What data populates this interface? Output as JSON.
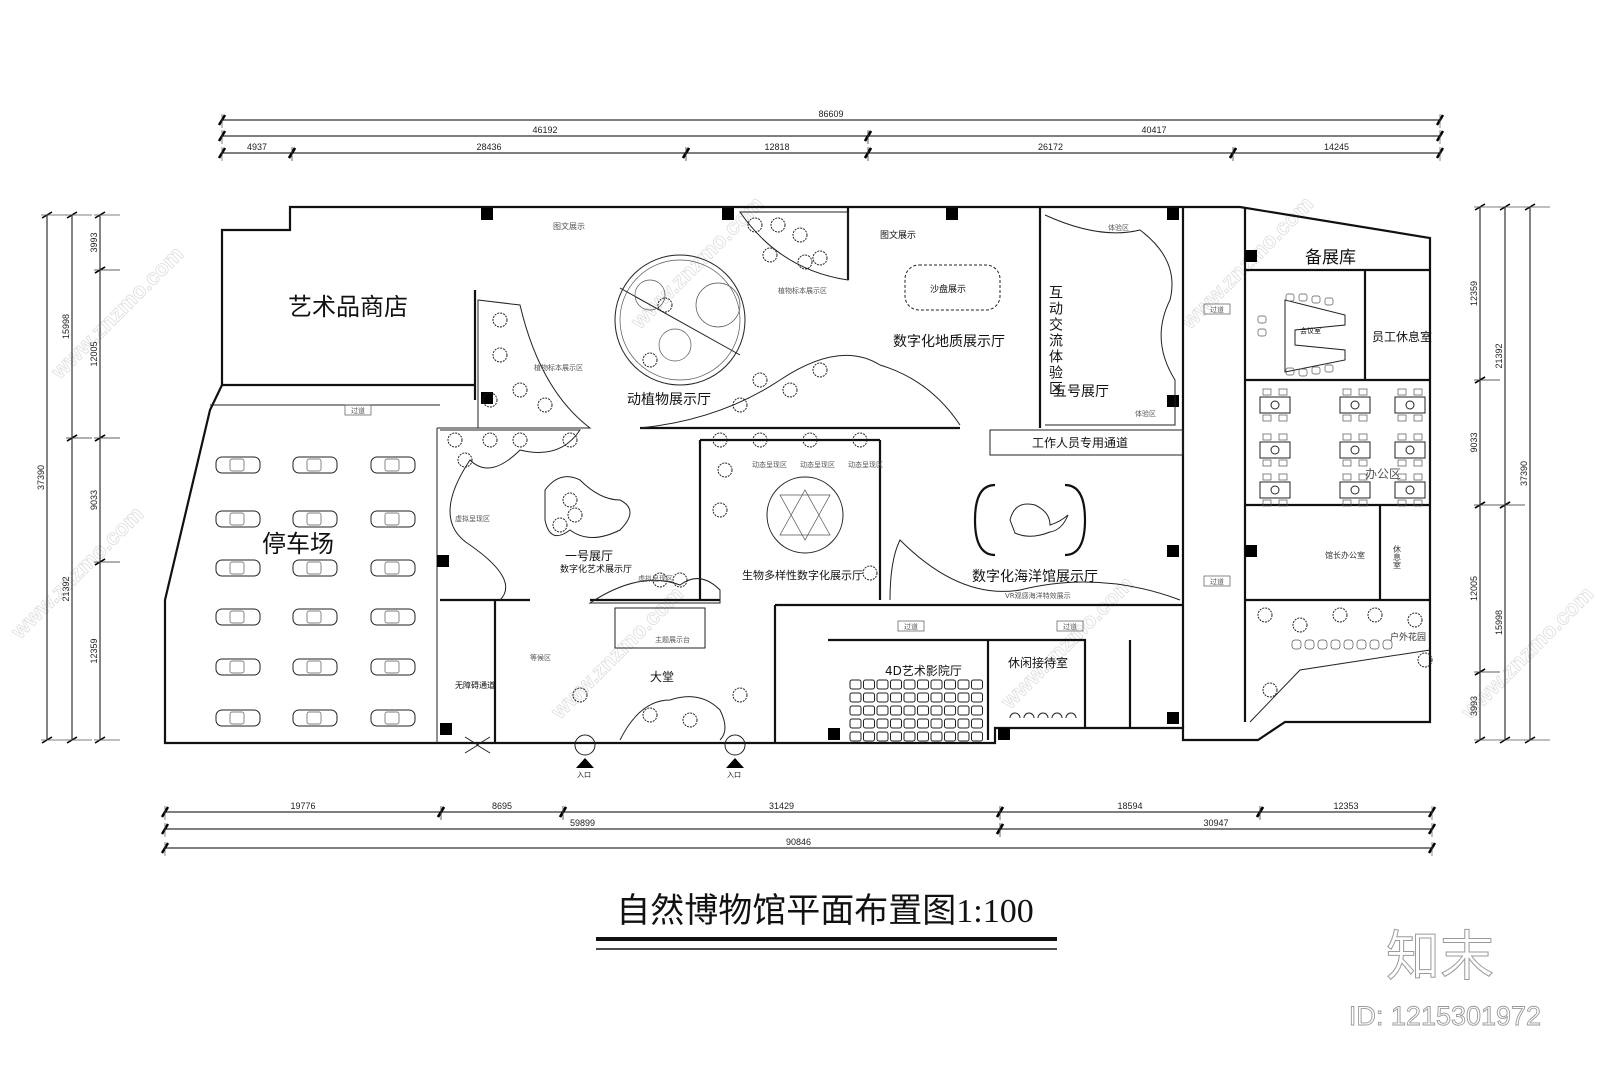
{
  "drawing": {
    "title": "自然博物馆平面布置图1:100",
    "brand_watermark": "知末",
    "id_label": "ID: 1215301972",
    "site_watermark": "www.znzmo.com"
  },
  "dimensions": {
    "top": [
      [
        "86609"
      ],
      [
        "46192",
        "40417"
      ],
      [
        "4937",
        "28436",
        "12818",
        "26172",
        "14245"
      ]
    ],
    "left": [
      [
        "37390"
      ],
      [
        "15998",
        "21392"
      ],
      [
        "3993",
        "12005",
        "9033",
        "12359"
      ]
    ],
    "right": [
      [
        "37390"
      ],
      [
        "21392",
        "15998"
      ],
      [
        "12359",
        "9033",
        "12005",
        "3993"
      ]
    ],
    "bottom": [
      [
        "19776",
        "8695",
        "31429",
        "18594",
        "12353"
      ],
      [
        "59899",
        "30947"
      ],
      [
        "90846"
      ]
    ]
  },
  "rooms": {
    "art_shop": "艺术品商店",
    "parking": "停车场",
    "flora_fauna_hall": "动植物展示厅",
    "geology_hall": "数字化地质展示厅",
    "interactive_zone": "互动交流体验区",
    "hall_5": "五号展厅",
    "staff_passage": "工作人员专用通道",
    "hall_1": "一号展厅",
    "digital_art_hall": "数字化艺术展示厅",
    "biodiversity_hall": "生物多样性数字化展示厅",
    "ocean_hall": "数字化海洋馆展示厅",
    "lobby": "大堂",
    "barrier_free": "无障碍通道",
    "cinema_4d": "4D艺术影院厅",
    "reception": "休闲接待室",
    "storage": "备展库",
    "staff_lounge": "员工休息室",
    "meeting_room": "会议室",
    "office_area": "办公区",
    "director_office": "馆长办公室",
    "rest_room": "休息室",
    "garden": "户外花园"
  },
  "labels": {
    "graphic_display": "图文展示",
    "plant_specimen": "植物标本展示区",
    "sand_table": "沙盘展示",
    "experience_zone": "体验区",
    "corridor": "过道",
    "entrance": "入口",
    "dynamic_zone": "动态呈现区",
    "virtual_zone": "虚拟呈现区",
    "theme_stage": "主题展示台",
    "waiting_zone": "等候区",
    "vr_ocean": "VR观感海洋特效展示"
  }
}
